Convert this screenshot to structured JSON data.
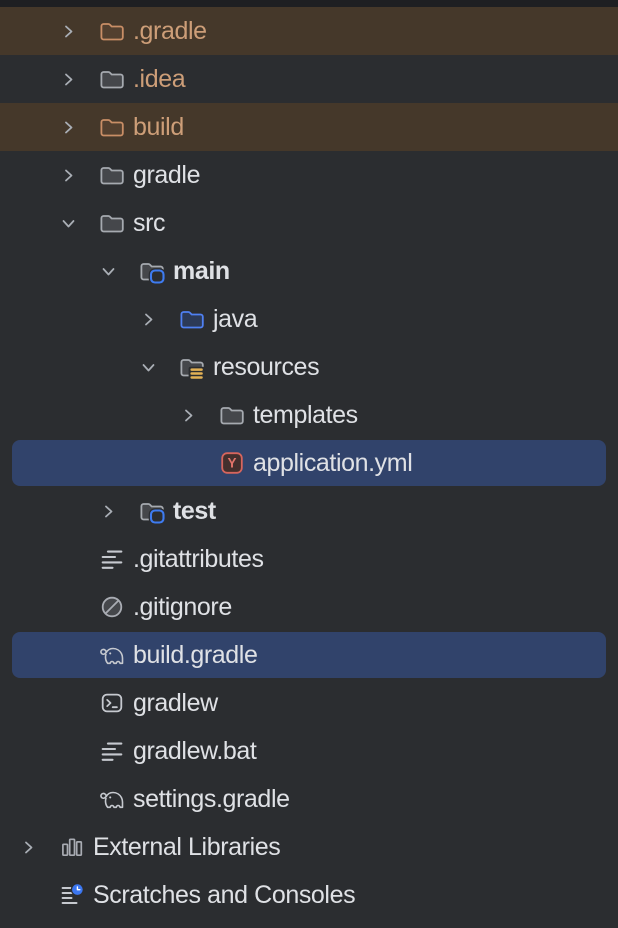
{
  "panel": {
    "name": "Project tree"
  },
  "colors": {
    "panel_bg": "#2B2D30",
    "selection_bg": "#31436B",
    "excluded_row_bg": "#45382A",
    "excluded_text": "#CD9E78",
    "default_text": "#DFE1E5",
    "accent_blue": "#3E7BF0",
    "java_folder_blue": "#4F80F2",
    "resources_yellow": "#E2B155",
    "yaml_icon_red": "#D6655D",
    "excluded_folder_orange": "#C98E66"
  },
  "tree": {
    "rows": [
      {
        "label": ".gradle",
        "indent": 1,
        "chevron": "right",
        "icon": "folder-excluded-icon",
        "highlighted": "excluded",
        "text_color": "excluded"
      },
      {
        "label": ".idea",
        "indent": 1,
        "chevron": "right",
        "icon": "folder-icon",
        "text_color": "excluded"
      },
      {
        "label": "build",
        "indent": 1,
        "chevron": "right",
        "icon": "folder-excluded-icon",
        "highlighted": "excluded",
        "text_color": "excluded"
      },
      {
        "label": "gradle",
        "indent": 1,
        "chevron": "right",
        "icon": "folder-icon"
      },
      {
        "label": "src",
        "indent": 1,
        "chevron": "down",
        "icon": "folder-icon",
        "expanded": true
      },
      {
        "label": "main",
        "indent": 2,
        "chevron": "down",
        "icon": "source-root-folder-icon",
        "expanded": true,
        "bold": true
      },
      {
        "label": "java",
        "indent": 3,
        "chevron": "right",
        "icon": "java-source-folder-icon"
      },
      {
        "label": "resources",
        "indent": 3,
        "chevron": "down",
        "icon": "resources-folder-icon",
        "expanded": true
      },
      {
        "label": "templates",
        "indent": 4,
        "chevron": "right",
        "icon": "folder-icon"
      },
      {
        "label": "application.yml",
        "indent": 4,
        "chevron": "none",
        "icon": "yaml-file-icon",
        "selected": true
      },
      {
        "label": "test",
        "indent": 2,
        "chevron": "right",
        "icon": "source-root-folder-icon",
        "bold": true
      },
      {
        "label": ".gitattributes",
        "indent": 1,
        "chevron": "none",
        "icon": "text-file-icon"
      },
      {
        "label": ".gitignore",
        "indent": 1,
        "chevron": "none",
        "icon": "ignored-file-icon"
      },
      {
        "label": "build.gradle",
        "indent": 1,
        "chevron": "none",
        "icon": "gradle-file-icon",
        "selected": true
      },
      {
        "label": "gradlew",
        "indent": 1,
        "chevron": "none",
        "icon": "terminal-file-icon"
      },
      {
        "label": "gradlew.bat",
        "indent": 1,
        "chevron": "none",
        "icon": "text-file-icon"
      },
      {
        "label": "settings.gradle",
        "indent": 1,
        "chevron": "none",
        "icon": "gradle-file-icon"
      },
      {
        "label": "External Libraries",
        "indent": 0,
        "chevron": "right",
        "icon": "external-libraries-icon"
      },
      {
        "label": "Scratches and Consoles",
        "indent": 0,
        "chevron": "none",
        "icon": "scratches-consoles-icon"
      }
    ]
  }
}
